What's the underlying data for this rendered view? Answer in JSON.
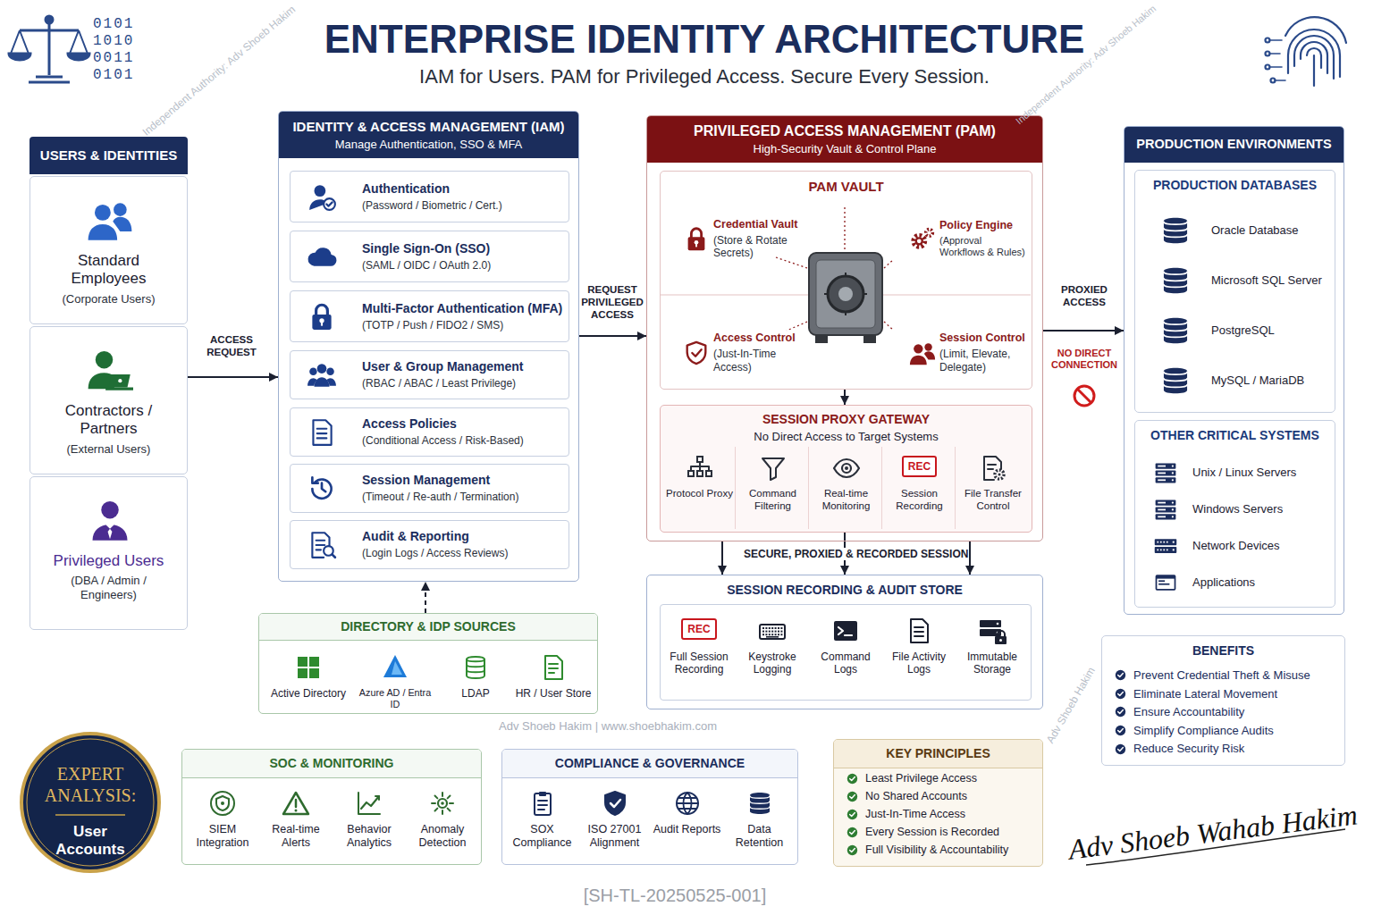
{
  "diagram": {
    "title": "ENTERPRISE IDENTITY ARCHITECTURE",
    "nodes": [
      {
        "text": [
          "USERS & IDENTITIES"
        ]
      },
      {
        "text": [
          "Standard Employees",
          "(Corporate Users)"
        ],
        "in": 0
      },
      {
        "text": [
          "Contractors / Partners",
          "(External Users)"
        ],
        "in": 0
      },
      {
        "text": [
          "Privileged Users",
          "(DBA / Admin / Engineers)"
        ],
        "in": 0
      },
      {
        "text": [
          "IDENTITY & ACCESS MANAGEMENT (IAM)",
          "Manage Authentication, SSO & MFA"
        ]
      },
      {
        "text": [
          "Authentication",
          "(Password / Biometric / Cert.)"
        ],
        "in": 4
      },
      {
        "text": [
          "Single Sign-On (SSO)",
          "(SAML / OIDC / OAuth 2.0)"
        ],
        "in": 4
      },
      {
        "text": [
          "Multi-Factor Authentication (MFA)",
          "(TOTP / Push / FIDO2 / SMS)"
        ],
        "in": 4
      },
      {
        "text": [
          "User & Group Management",
          "(RBAC / ABAC / Least Privilege)"
        ],
        "in": 4
      },
      {
        "text": [
          "Access Policies",
          "(Conditional Access / Risk-Based)"
        ],
        "in": 4
      },
      {
        "text": [
          "Session Management",
          "(Timeout / Re-auth / Termination)"
        ],
        "in": 4
      },
      {
        "text": [
          "Audit & Reporting",
          "(Login Logs / Access Reviews)"
        ],
        "in": 4
      },
      {
        "text": [
          "PRIVILEGED ACCESS MANAGEMENT (PAM)",
          "High-Security Vault & Control Plane"
        ]
      },
      {
        "text": [
          "PAM VAULT"
        ],
        "in": 12
      },
      {
        "text": [
          "Credential Vault",
          "(Store & Rotate Secrets)"
        ],
        "in": 13
      },
      {
        "text": [
          "Policy Engine",
          "(Approval Workflows & Rules)"
        ],
        "in": 13
      },
      {
        "text": [
          "Access Control",
          "(Just-In-Time Access)"
        ],
        "in": 13
      },
      {
        "text": [
          "Session Control",
          "(Limit, Elevate, Delegate)"
        ],
        "in": 13
      },
      {
        "text": [
          "SESSION PROXY GATEWAY",
          "No Direct Access to Target Systems"
        ],
        "in": 12
      },
      {
        "text": [
          "Protocol Proxy"
        ],
        "in": 18
      },
      {
        "text": [
          "Command Filtering"
        ],
        "in": 18
      },
      {
        "text": [
          "Real-time Monitoring"
        ],
        "in": 18
      },
      {
        "text": [
          "REC",
          "Session Recording"
        ],
        "in": 18
      },
      {
        "text": [
          "File Transfer Control"
        ],
        "in": 18
      },
      {
        "text": [
          "PRODUCTION ENVIRONMENTS"
        ]
      },
      {
        "text": [
          "PRODUCTION DATABASES"
        ],
        "in": 24
      },
      {
        "text": [
          "Oracle Database"
        ],
        "in": 25
      },
      {
        "text": [
          "Microsoft SQL Server"
        ],
        "in": 25
      },
      {
        "text": [
          "PostgreSQL"
        ],
        "in": 25
      },
      {
        "text": [
          "MySQL / MariaDB"
        ],
        "in": 25
      },
      {
        "text": [
          "OTHER CRITICAL SYSTEMS"
        ],
        "in": 24
      },
      {
        "text": [
          "Unix / Linux Servers"
        ],
        "in": 30
      },
      {
        "text": [
          "Windows Servers"
        ],
        "in": 30
      },
      {
        "text": [
          "Network Devices"
        ],
        "in": 30
      },
      {
        "text": [
          "Applications"
        ],
        "in": 30
      },
      {
        "text": [
          "DIRECTORY & IDP SOURCES"
        ]
      },
      {
        "text": [
          "Active Directory"
        ],
        "in": 35
      },
      {
        "text": [
          "Azure AD / Entra ID"
        ],
        "in": 35
      },
      {
        "text": [
          "LDAP"
        ],
        "in": 35
      },
      {
        "text": [
          "HR / User Store"
        ],
        "in": 35
      },
      {
        "text": [
          "SESSION RECORDING & AUDIT STORE"
        ]
      },
      {
        "text": [
          "REC",
          "Full Session Recording"
        ],
        "in": 40
      },
      {
        "text": [
          "Keystroke Logging"
        ],
        "in": 40
      },
      {
        "text": [
          "Command Logs"
        ],
        "in": 40
      },
      {
        "text": [
          "File Activity Logs"
        ],
        "in": 40
      },
      {
        "text": [
          "Immutable Storage"
        ],
        "in": 40
      },
      {
        "text": [
          "BENEFITS",
          "Prevent Credential Theft & Misuse",
          "Eliminate Lateral Movement",
          "Ensure Accountability",
          "Simplify Compliance Audits",
          "Reduce Security Risk"
        ]
      },
      {
        "text": [
          "EXPERT ANALYSIS:",
          "User Accounts"
        ]
      },
      {
        "text": [
          "SOC & MONITORING"
        ]
      },
      {
        "text": [
          "SIEM Integration"
        ],
        "in": 48
      },
      {
        "text": [
          "Real-time Alerts"
        ],
        "in": 48
      },
      {
        "text": [
          "Behavior Analytics"
        ],
        "in": 48
      },
      {
        "text": [
          "Anomaly Detection"
        ],
        "in": 48
      },
      {
        "text": [
          "COMPLIANCE & GOVERNANCE"
        ]
      },
      {
        "text": [
          "SOX Compliance"
        ],
        "in": 53
      },
      {
        "text": [
          "ISO 27001 Alignment"
        ],
        "in": 53
      },
      {
        "text": [
          "Audit Reports"
        ],
        "in": 53
      },
      {
        "text": [
          "Data Retention"
        ],
        "in": 53
      },
      {
        "text": [
          "KEY PRINCIPLES",
          "Least Privilege Access",
          "No Shared Accounts",
          "Just-In-Time Access",
          "Every Session is Recorded",
          "Full Visibility & Accountability"
        ]
      }
    ],
    "edges": [
      {
        "from": 0,
        "to": 4,
        "label": "ACCESS REQUEST",
        "arrow": "to"
      },
      {
        "from": 4,
        "to": 12,
        "label": "REQUEST PRIVILEGED ACCESS",
        "arrow": "to"
      },
      {
        "from": 12,
        "to": 24,
        "label": "PROXIED ACCESS",
        "arrow": "to"
      },
      {
        "from": 35,
        "to": 4,
        "arrow": "to"
      },
      {
        "from": 13,
        "to": 18,
        "arrow": "to"
      },
      {
        "from": 12,
        "to": 40,
        "arrow": "to"
      },
      {
        "from": 18,
        "to": 40,
        "label": "SECURE, PROXIED & RECORDED SESSION",
        "arrow": "to"
      },
      {
        "from": 12,
        "to": 40,
        "arrow": "to"
      }
    ],
    "labels": [
      "IAM for Users. PAM for Privileged Access. Secure Every Session.",
      "0101",
      "1010",
      "0011",
      "0101",
      "NO DIRECT CONNECTION",
      "Independent Authority: Adv Shoeb Hakim",
      "Independent Authority: Adv Shoeb Hakim",
      "Adv Shoeb Hakim | www.shoebhakim.com",
      "Adv Shoeb Hakim",
      "Adv Shoeb Wahab Hakim",
      "[SH-TL-20250525-001]"
    ]
  }
}
